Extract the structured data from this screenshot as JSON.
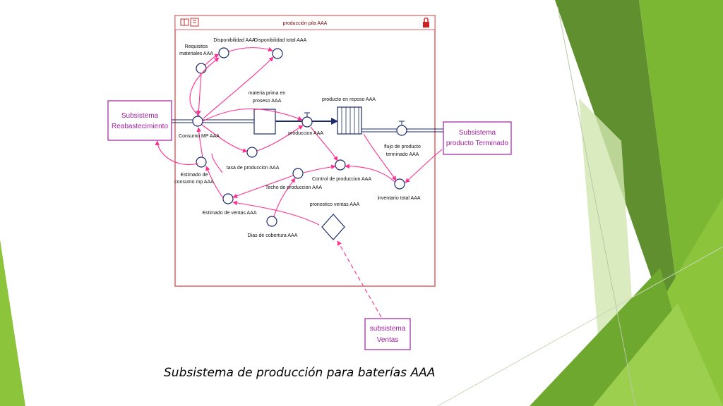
{
  "window": {
    "title": "producción pila AAA"
  },
  "boxes": {
    "reabastecimiento": [
      "Subsistema",
      "Reabastecimiento"
    ],
    "terminado": [
      "Subsistema",
      "producto Terminado"
    ],
    "ventas": [
      "subsistema",
      "Ventas"
    ]
  },
  "labels": {
    "requisitos": [
      "Requisitos",
      "materiales AAA"
    ],
    "disponibilidad": "Disponibilidad AAA",
    "disponibilidad_total": "Disponibilidad total AAA",
    "materia_prima": [
      "materia prima en",
      "proseso AAA"
    ],
    "producto_reposo": "producto en reposo AAA",
    "consumo_mp": "Consumo MP AAA",
    "produccion": "produccion AAA",
    "flujo_producto": [
      "flujo de producto",
      "terminado AAA"
    ],
    "tasa_produccion": "tasa de produccion AAA",
    "estimado_consumo": [
      "Estimado de",
      "consumo mp AAA"
    ],
    "techo_produccion": "Techo de produccion AAA",
    "control_produccion": "Control de produccion AAA",
    "inventario_total": "inventario total AAA",
    "estimado_ventas": "Estimado de ventas AAA",
    "pronostico_ventas": "pronostico ventas AAA",
    "dias_cobertura": "Dias de cobertura AAA"
  },
  "caption": "Subsistema de producción para baterías AAA",
  "colors": {
    "frame": "#e06060",
    "connector": "#ff2f8f",
    "flow": "#1a2a6a",
    "box_border": "#a020a0",
    "green_dark": "#5a8a2a",
    "green_mid": "#7dba34",
    "green_light": "#c8e0a0"
  }
}
